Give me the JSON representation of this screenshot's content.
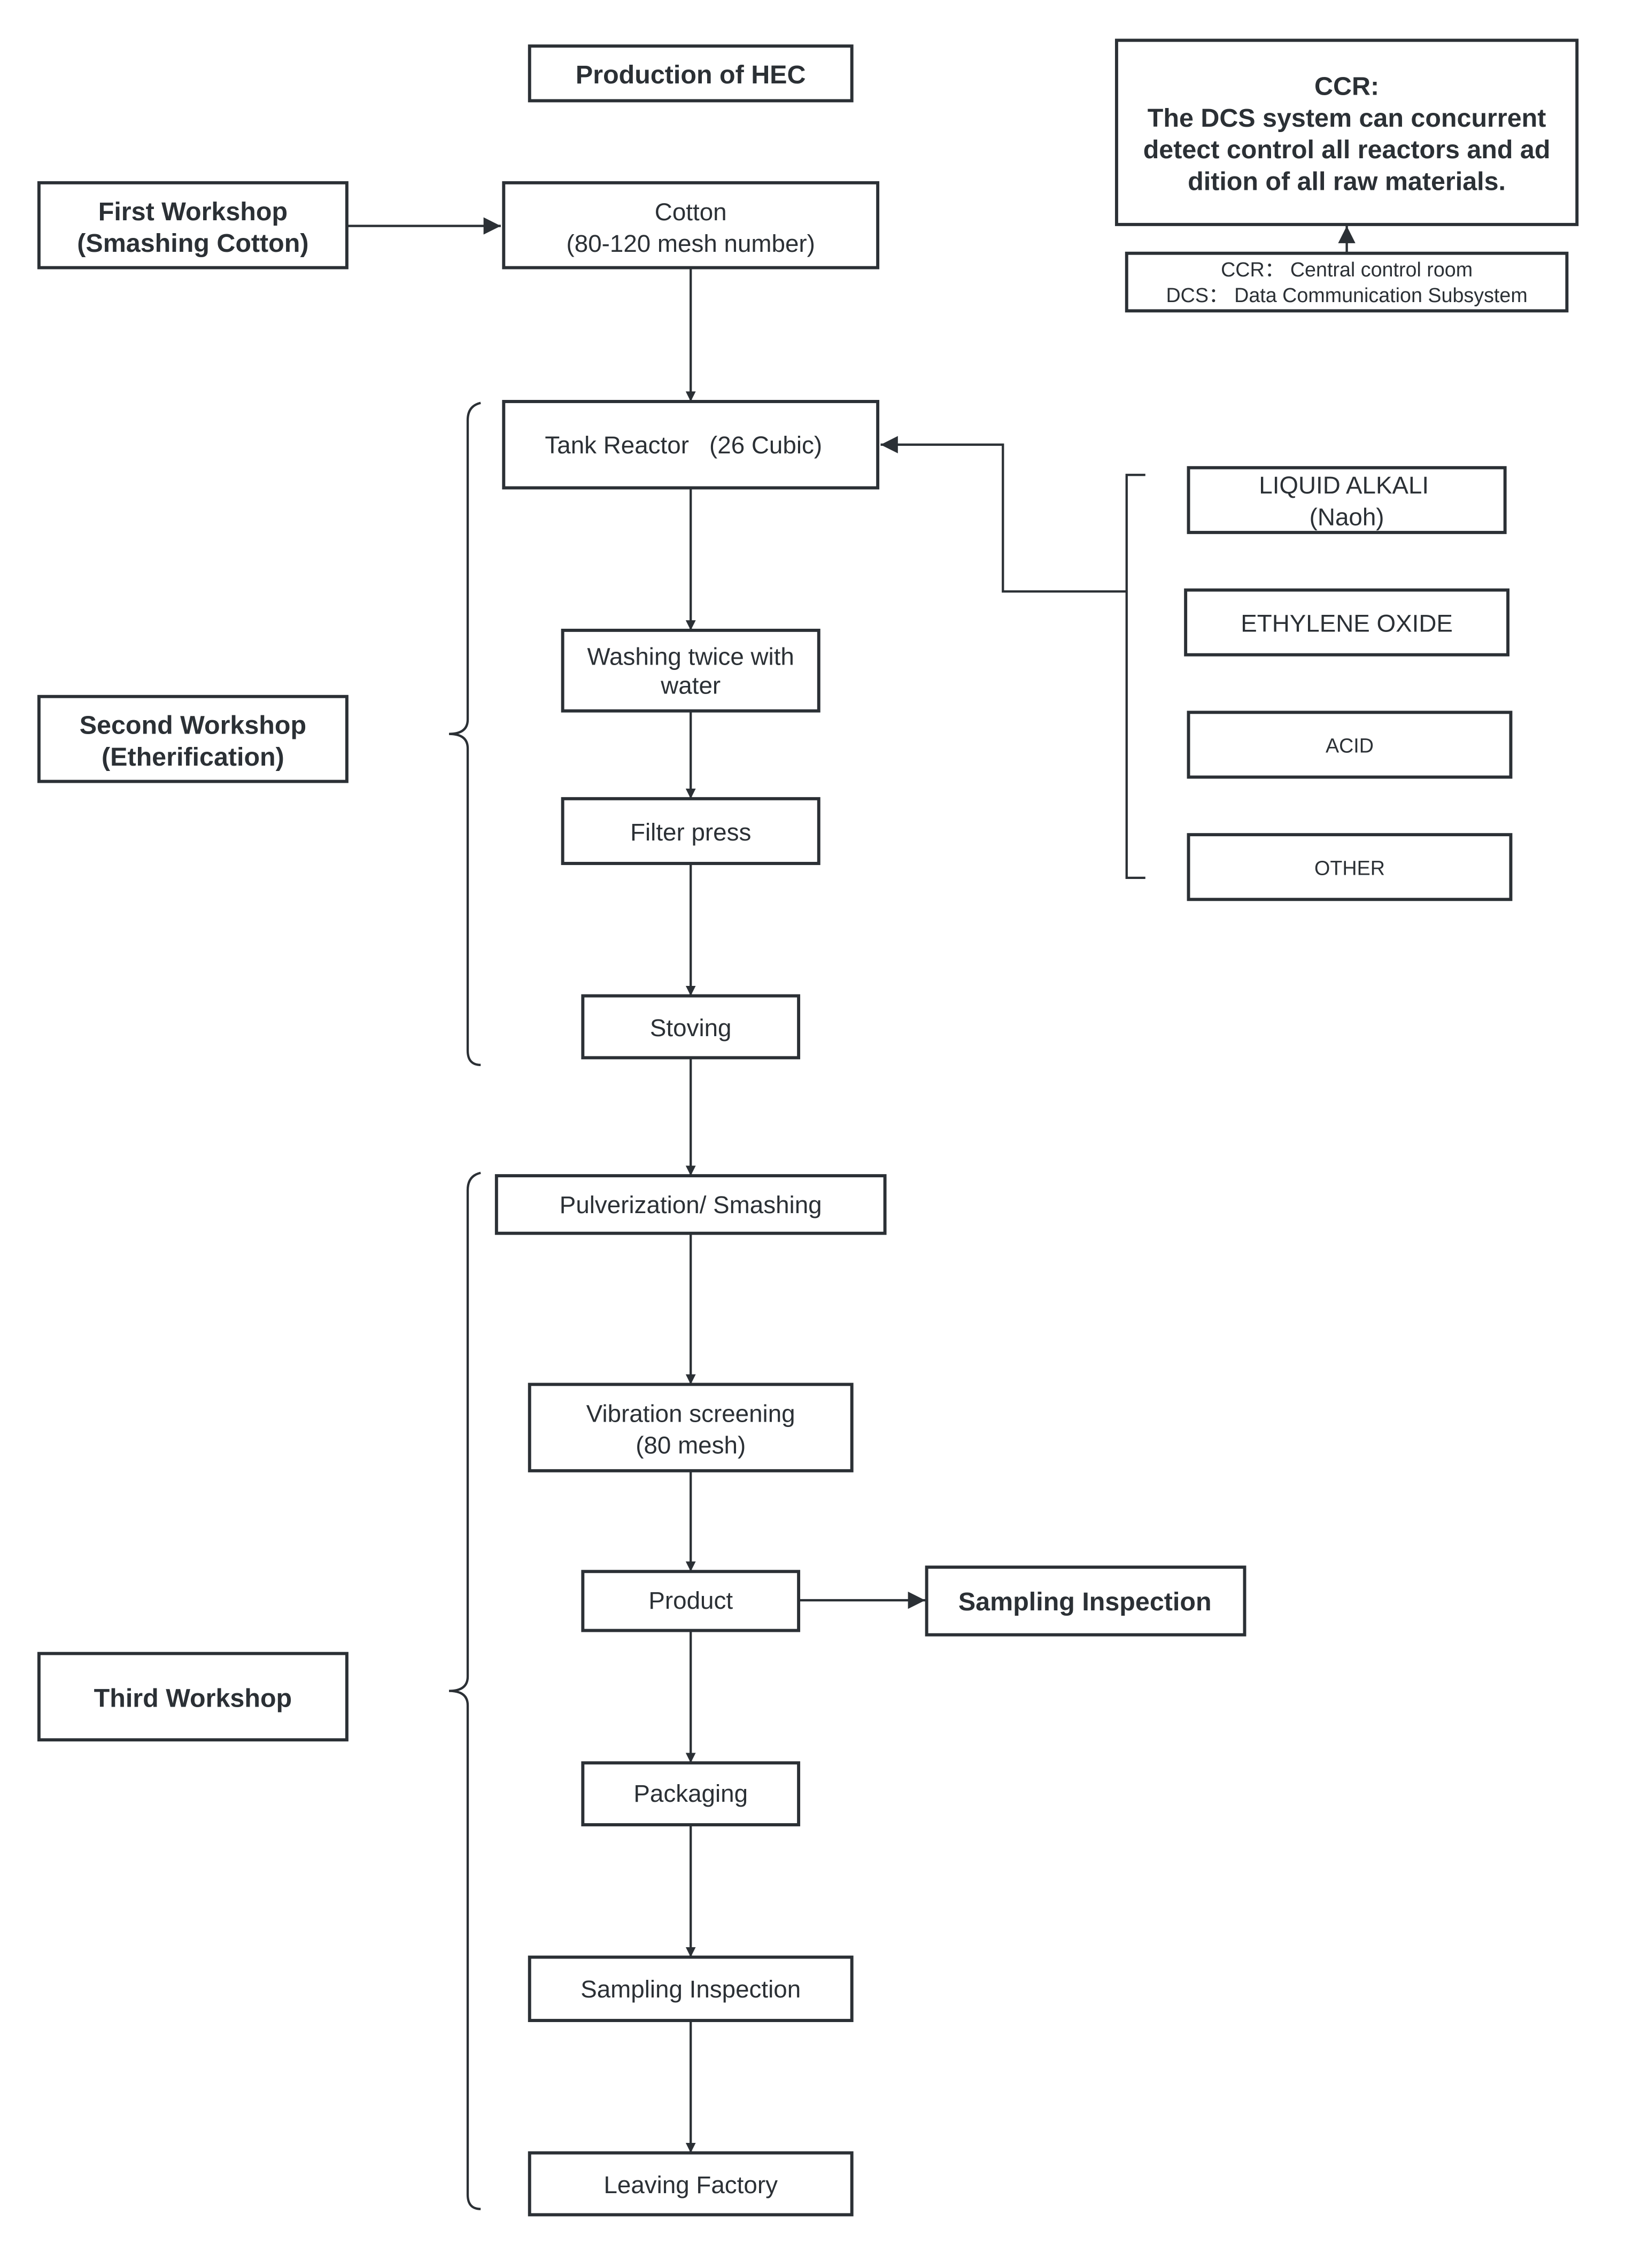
{
  "title": "Production of HEC",
  "ccr_note": {
    "heading": "CCR:",
    "lines": [
      "The DCS system can concurrent",
      "detect control all reactors and ad",
      "dition of all raw materials."
    ]
  },
  "legend": {
    "lines": [
      "CCR： Central control room",
      "DCS： Data Communication Subsystem"
    ]
  },
  "workshops": {
    "first": [
      "First Workshop",
      "(Smashing Cotton)"
    ],
    "second": [
      "Second Workshop",
      "(Etherification)"
    ],
    "third": "Third Workshop"
  },
  "steps": {
    "cotton": [
      "Cotton",
      "(80-120 mesh number)"
    ],
    "tank_reactor": "Tank Reactor   (26 Cubic)",
    "washing": [
      "Washing twice with",
      "water"
    ],
    "filter_press": "Filter press",
    "stoving": "Stoving",
    "pulverization": "Pulverization/ Smashing",
    "vibration": [
      "Vibration screening",
      "(80 mesh)"
    ],
    "product": "Product",
    "sampling_side": "Sampling Inspection",
    "packaging": "Packaging",
    "sampling": "Sampling Inspection",
    "leaving": "Leaving Factory"
  },
  "raw_materials": [
    [
      "LIQUID ALKALI",
      "(Naoh)"
    ],
    [
      "ETHYLENE OXIDE"
    ],
    [
      "ACID"
    ],
    [
      "OTHER"
    ]
  ]
}
